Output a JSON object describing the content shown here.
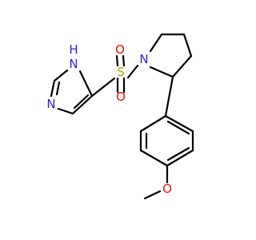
{
  "molecule": {
    "colors": {
      "bond": "#000000",
      "nitrogen": "#2a24d8",
      "oxygen": "#e2140d",
      "sulfur": "#b5a400",
      "background": "#ffffff"
    },
    "labels": {
      "imidazole_nh": "N",
      "imidazole_nh_h": "H",
      "imidazole_n3": "N",
      "sulfonyl_s": "S",
      "sulfonyl_o_top": "O",
      "sulfonyl_o_bottom": "O",
      "pyrrolidine_n": "N",
      "methoxy_o": "O"
    }
  }
}
